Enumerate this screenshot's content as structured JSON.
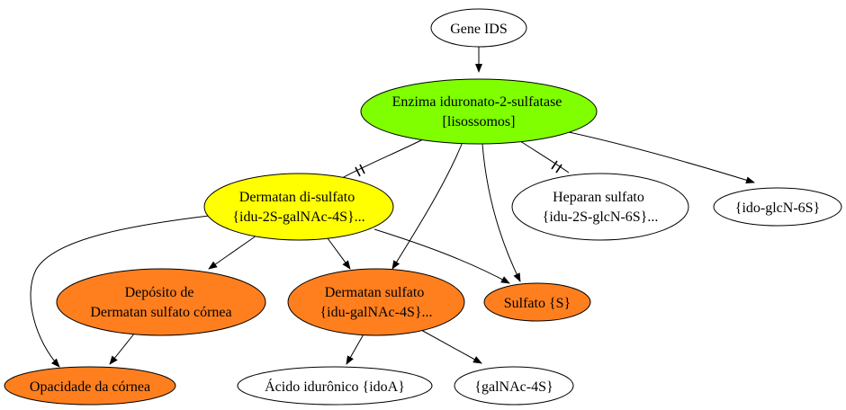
{
  "colors": {
    "green": "#7fff00",
    "yellow": "#ffff00",
    "orange": "#ff7f1f",
    "white": "#ffffff"
  },
  "nodes": {
    "gene_ids": {
      "lines": [
        "Gene IDS"
      ],
      "fill": "white"
    },
    "enzima": {
      "lines": [
        "Enzima iduronato-2-sulfatase",
        "[lisossomos]"
      ],
      "fill": "green"
    },
    "dermatan_di": {
      "lines": [
        "Dermatan di-sulfato",
        "{idu-2S-galNAc-4S}..."
      ],
      "fill": "yellow"
    },
    "heparan": {
      "lines": [
        "Heparan sulfato",
        "{idu-2S-glcN-6S}..."
      ],
      "fill": "white"
    },
    "ido_glcn": {
      "lines": [
        "{ido-glcN-6S}"
      ],
      "fill": "white"
    },
    "deposito": {
      "lines": [
        "Depósito de",
        "Dermatan sulfato córnea"
      ],
      "fill": "orange"
    },
    "dermatan_sulfato": {
      "lines": [
        "Dermatan sulfato",
        "{idu-galNAc-4S}..."
      ],
      "fill": "orange"
    },
    "sulfato": {
      "lines": [
        "Sulfato {S}"
      ],
      "fill": "orange"
    },
    "opacidade": {
      "lines": [
        "Opacidade da córnea"
      ],
      "fill": "orange"
    },
    "acido": {
      "lines": [
        "Ácido idurônico {idoA}"
      ],
      "fill": "white"
    },
    "galnac": {
      "lines": [
        "{galNAc-4S}"
      ],
      "fill": "white"
    }
  },
  "edges": [
    {
      "from": "gene_ids",
      "to": "enzima",
      "type": "arrow"
    },
    {
      "from": "enzima",
      "to": "dermatan_di",
      "type": "inhibit"
    },
    {
      "from": "enzima",
      "to": "heparan",
      "type": "inhibit"
    },
    {
      "from": "enzima",
      "to": "ido_glcn",
      "type": "arrow"
    },
    {
      "from": "enzima",
      "to": "dermatan_sulfato",
      "type": "arrow"
    },
    {
      "from": "enzima",
      "to": "sulfato",
      "type": "arrow"
    },
    {
      "from": "dermatan_di",
      "to": "deposito",
      "type": "arrow"
    },
    {
      "from": "dermatan_di",
      "to": "dermatan_sulfato",
      "type": "arrow"
    },
    {
      "from": "dermatan_di",
      "to": "sulfato",
      "type": "arrow"
    },
    {
      "from": "dermatan_di",
      "to": "opacidade",
      "type": "arrow"
    },
    {
      "from": "deposito",
      "to": "opacidade",
      "type": "arrow"
    },
    {
      "from": "dermatan_sulfato",
      "to": "acido",
      "type": "arrow"
    },
    {
      "from": "dermatan_sulfato",
      "to": "galnac",
      "type": "arrow"
    }
  ]
}
